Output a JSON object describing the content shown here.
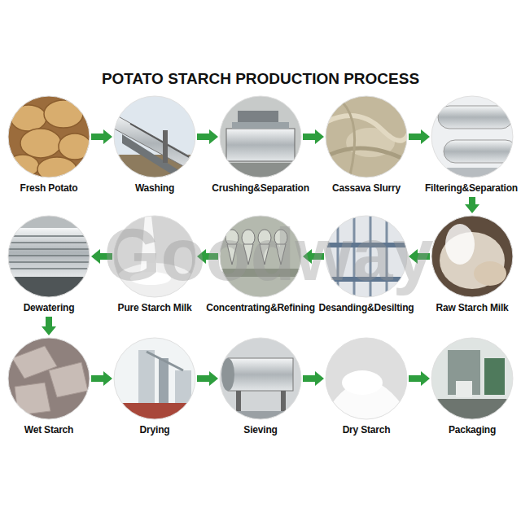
{
  "diagram": {
    "title": "POTATO STARCH PRODUCTION PROCESS",
    "nodes": [
      {
        "text": [
          "Fresh Potato"
        ]
      },
      {
        "text": [
          "Washing"
        ]
      },
      {
        "text": [
          "Crushing&Separation"
        ]
      },
      {
        "text": [
          "Cassava Slurry"
        ]
      },
      {
        "text": [
          "Filtering&Separation"
        ]
      },
      {
        "text": [
          "Raw Starch Milk"
        ]
      },
      {
        "text": [
          "Desanding&Desilting"
        ]
      },
      {
        "text": [
          "Concentrating&Refining"
        ]
      },
      {
        "text": [
          "Pure Starch Milk"
        ]
      },
      {
        "text": [
          "Dewatering"
        ]
      },
      {
        "text": [
          "Wet Starch"
        ]
      },
      {
        "text": [
          "Drying"
        ]
      },
      {
        "text": [
          "Sieving"
        ]
      },
      {
        "text": [
          "Dry Starch"
        ]
      },
      {
        "text": [
          "Packaging"
        ]
      }
    ],
    "edges": [
      {
        "from": 0,
        "to": 1,
        "arrow": "to"
      },
      {
        "from": 1,
        "to": 2,
        "arrow": "to"
      },
      {
        "from": 2,
        "to": 3,
        "arrow": "to"
      },
      {
        "from": 3,
        "to": 4,
        "arrow": "to"
      },
      {
        "from": 4,
        "to": 5,
        "arrow": "to"
      },
      {
        "from": 5,
        "to": 6,
        "arrow": "to"
      },
      {
        "from": 6,
        "to": 7,
        "arrow": "to"
      },
      {
        "from": 7,
        "to": 8,
        "arrow": "to"
      },
      {
        "from": 8,
        "to": 9,
        "arrow": "to"
      },
      {
        "from": 9,
        "to": 10,
        "arrow": "to"
      },
      {
        "from": 10,
        "to": 11,
        "arrow": "to"
      },
      {
        "from": 11,
        "to": 12,
        "arrow": "to"
      },
      {
        "from": 12,
        "to": 13,
        "arrow": "to"
      },
      {
        "from": 13,
        "to": 14,
        "arrow": "to"
      }
    ],
    "labels": [
      "Goodway"
    ]
  }
}
